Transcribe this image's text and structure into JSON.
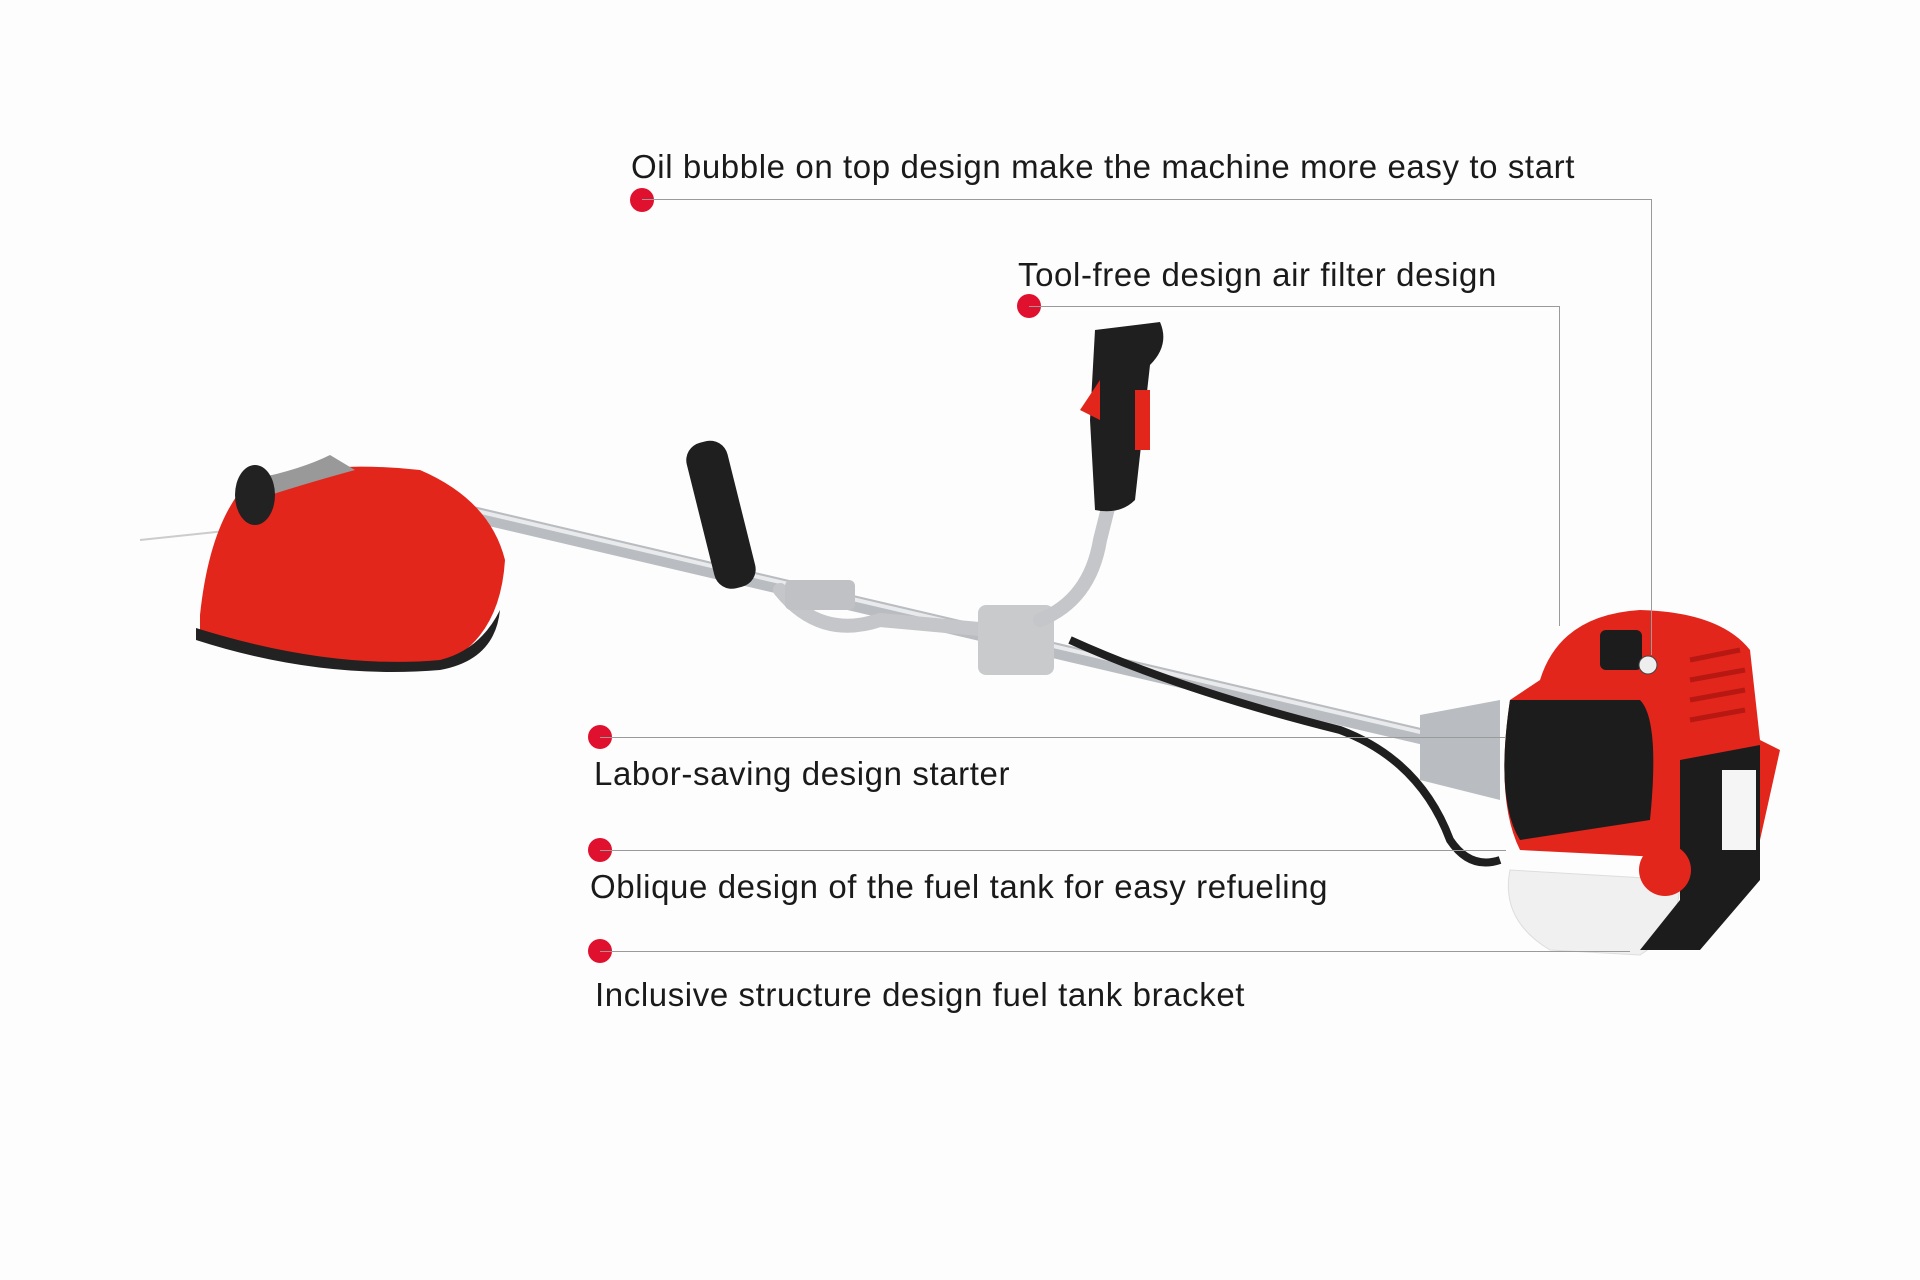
{
  "callouts": [
    {
      "label": "Oil bubble on top design make the machine more easy to start"
    },
    {
      "label": "Tool-free design air filter design"
    },
    {
      "label": "Labor-saving design starter"
    },
    {
      "label": "Oblique design of the fuel tank for easy refueling"
    },
    {
      "label": "Inclusive structure design fuel tank bracket"
    }
  ],
  "colors": {
    "accent": "#e0102f",
    "body_red": "#e3261c",
    "line": "#9a9a9a"
  }
}
